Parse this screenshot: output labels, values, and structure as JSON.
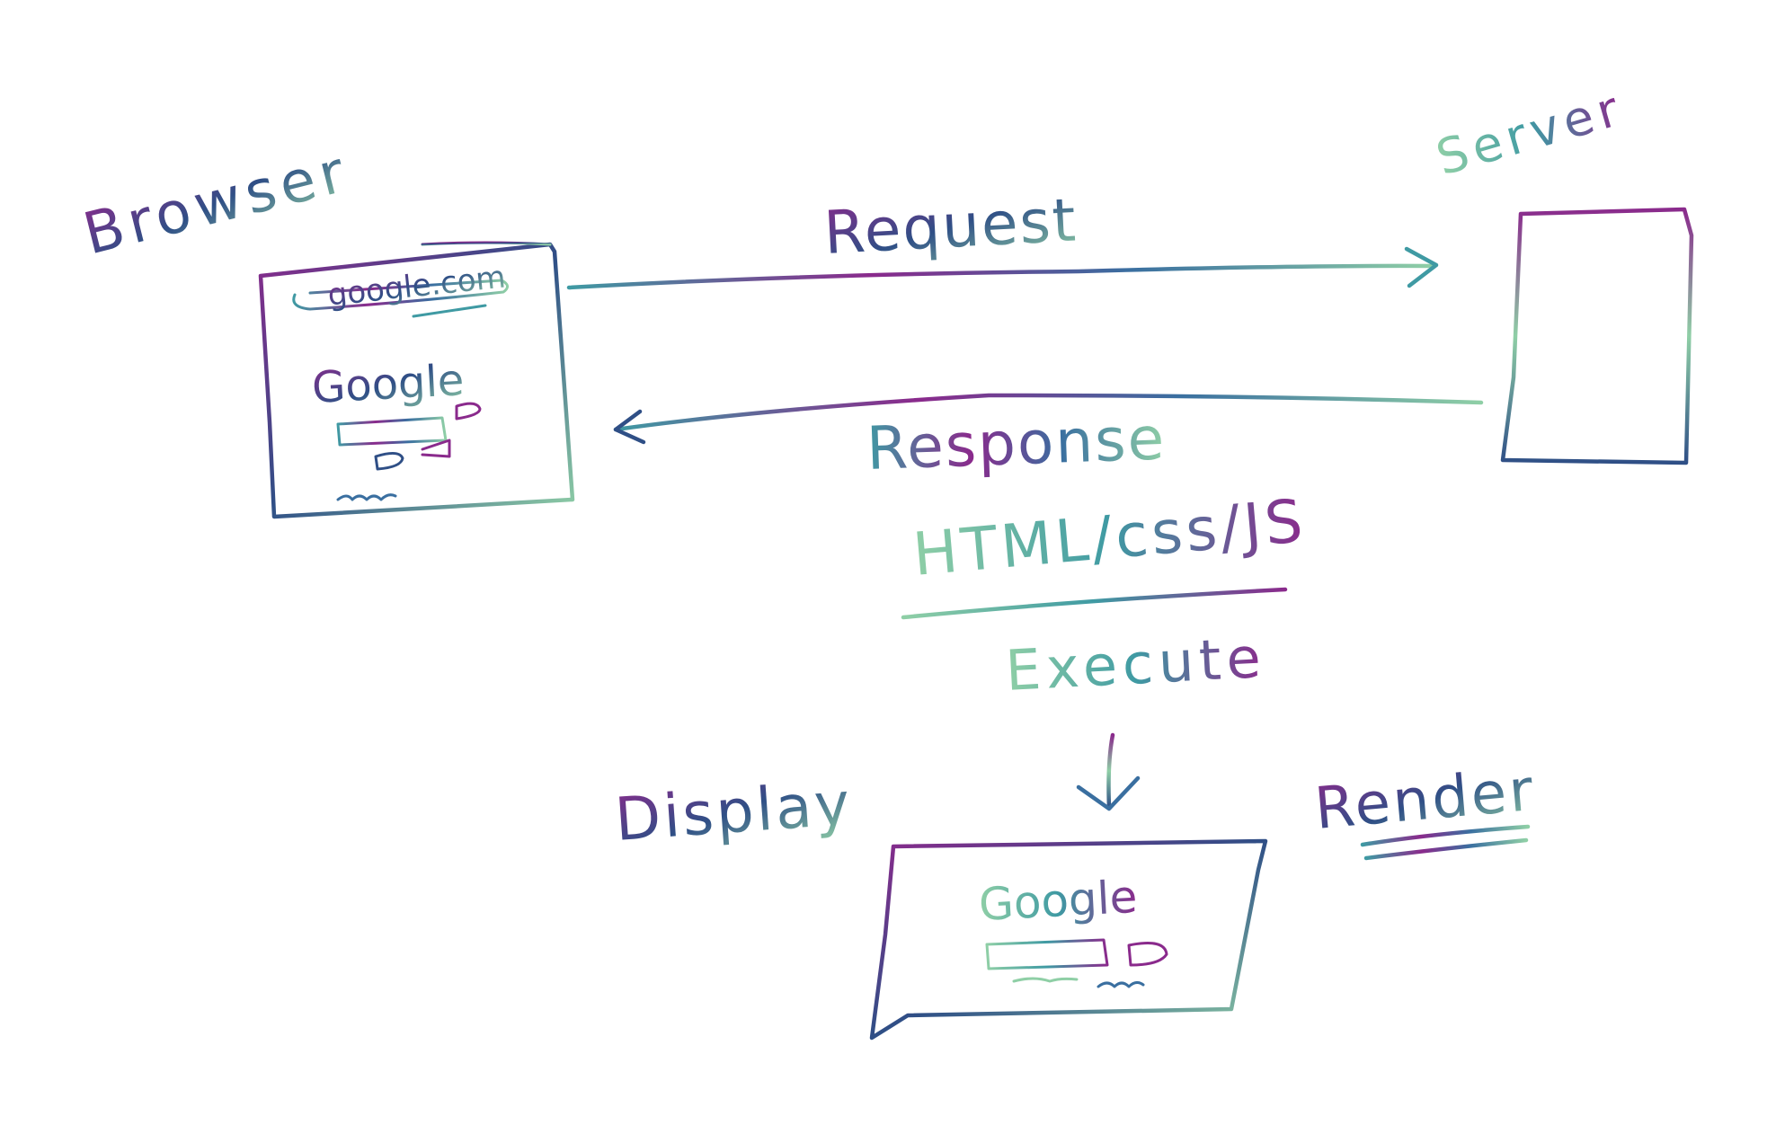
{
  "labels": {
    "browser": "Browser",
    "server": "Server",
    "request": "Request",
    "response": "Response",
    "formats": "HTML/css/JS",
    "execute": "Execute",
    "display": "Display",
    "render": "Render"
  },
  "browser_window": {
    "address_bar": "google.com",
    "page_logo": "Google"
  },
  "render_window": {
    "page_logo": "Google"
  },
  "colors": {
    "purple": "#8a2a8c",
    "teal": "#3f9aa3",
    "green": "#8fcfa6",
    "navy": "#2f4f86",
    "blue": "#3a6fa0"
  }
}
